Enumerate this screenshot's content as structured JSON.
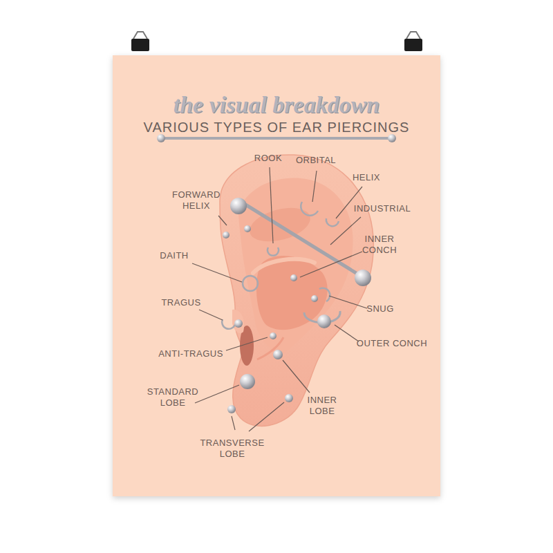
{
  "diagram": {
    "title": "the visual breakdown",
    "labels": [
      "VARIOUS TYPES OF EAR PIERCINGS",
      "ROOK",
      "ORBITAL",
      "HELIX",
      "FORWARD HELIX",
      "INDUSTRIAL",
      "INNER CONCH",
      "DAITH",
      "SNUG",
      "TRAGUS",
      "OUTER CONCH",
      "ANTI-TRAGUS",
      "STANDARD LOBE",
      "INNER LOBE",
      "TRANSVERSE LOBE"
    ]
  }
}
